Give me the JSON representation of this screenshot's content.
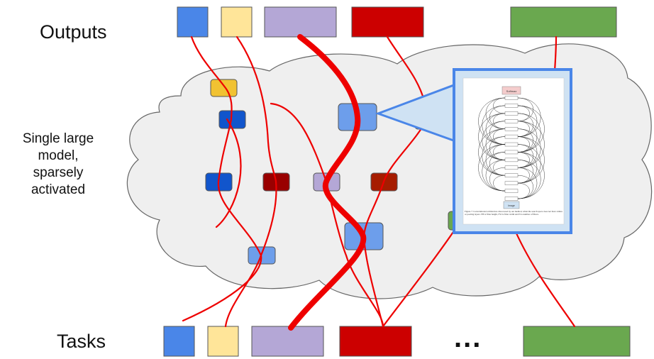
{
  "labels": {
    "outputs": "Outputs",
    "tasks": "Tasks",
    "model": [
      "Single large",
      "model,",
      "sparsely",
      "activated"
    ],
    "ellipsis": "..."
  },
  "colors": {
    "blue": "#4a86e8",
    "yellow": "#ffe599",
    "lavender": "#b4a7d6",
    "red": "#cc0000",
    "green": "#6aa84f",
    "line_red": "#ee0000",
    "cloud_fill": "#efefef",
    "cloud_stroke": "#666666",
    "node_dark_blue": "#1155cc",
    "node_light_blue": "#6d9eeb",
    "node_orange": "#f1c232",
    "node_dark_red": "#990000",
    "node_green": "#6aa84f",
    "callout_border": "#4a86e8",
    "callout_fill": "#cfe2f3"
  },
  "inset": {
    "title": "Softmax",
    "bottom_label": "Image",
    "caption": "Figure 7: Convolutional architecture discovered by our method, when the search space does not have strides or pooling layers. FH is filter height, FW is filter width and N is number of filters."
  }
}
